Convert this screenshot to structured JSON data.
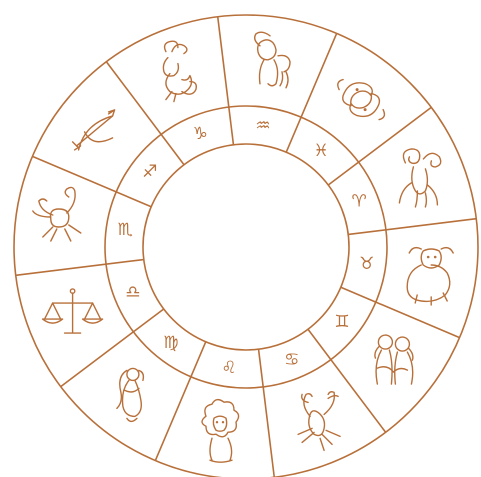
{
  "colors": {
    "line": "#b8703a",
    "background": "#ffffff"
  },
  "signs": [
    {
      "name": "Aquarius",
      "symbol": "♒",
      "icon": "aquarius-water-bearer-icon"
    },
    {
      "name": "Pisces",
      "symbol": "♓",
      "icon": "pisces-fish-icon"
    },
    {
      "name": "Aries",
      "symbol": "♈",
      "icon": "aries-ram-icon"
    },
    {
      "name": "Taurus",
      "symbol": "♉",
      "icon": "taurus-bull-icon"
    },
    {
      "name": "Gemini",
      "symbol": "♊",
      "icon": "gemini-twins-icon"
    },
    {
      "name": "Cancer",
      "symbol": "♋",
      "icon": "cancer-crab-icon"
    },
    {
      "name": "Leo",
      "symbol": "♌",
      "icon": "leo-lion-icon"
    },
    {
      "name": "Virgo",
      "symbol": "♍",
      "icon": "virgo-maiden-icon"
    },
    {
      "name": "Libra",
      "symbol": "♎",
      "icon": "libra-scales-icon"
    },
    {
      "name": "Scorpio",
      "symbol": "♏",
      "icon": "scorpio-scorpion-icon"
    },
    {
      "name": "Sagittarius",
      "symbol": "♐",
      "icon": "sagittarius-bow-icon"
    },
    {
      "name": "Capricorn",
      "symbol": "♑",
      "icon": "capricorn-goat-icon"
    }
  ]
}
